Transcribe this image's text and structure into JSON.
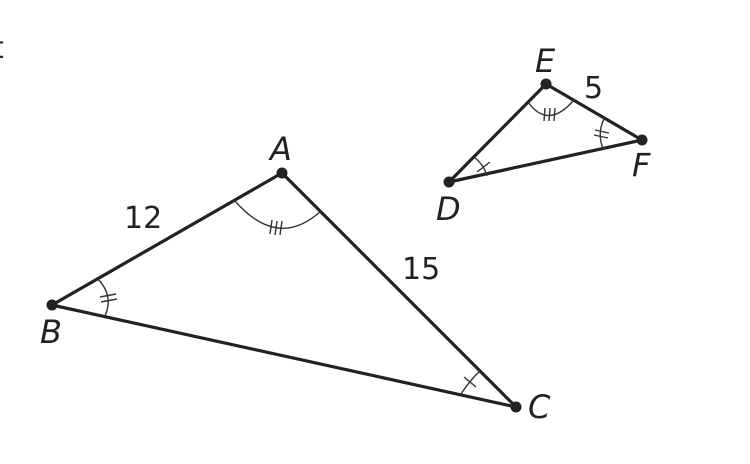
{
  "fragment": {
    "text": "t"
  },
  "large_triangle": {
    "vertices": {
      "a": "A",
      "b": "B",
      "c": "C"
    },
    "sides": {
      "ab": "12",
      "ac": "15"
    }
  },
  "small_triangle": {
    "vertices": {
      "d": "D",
      "e": "E",
      "f": "F"
    },
    "sides": {
      "ef": "5"
    }
  },
  "colors": {
    "ink": "#222222",
    "background": "#ffffff"
  }
}
